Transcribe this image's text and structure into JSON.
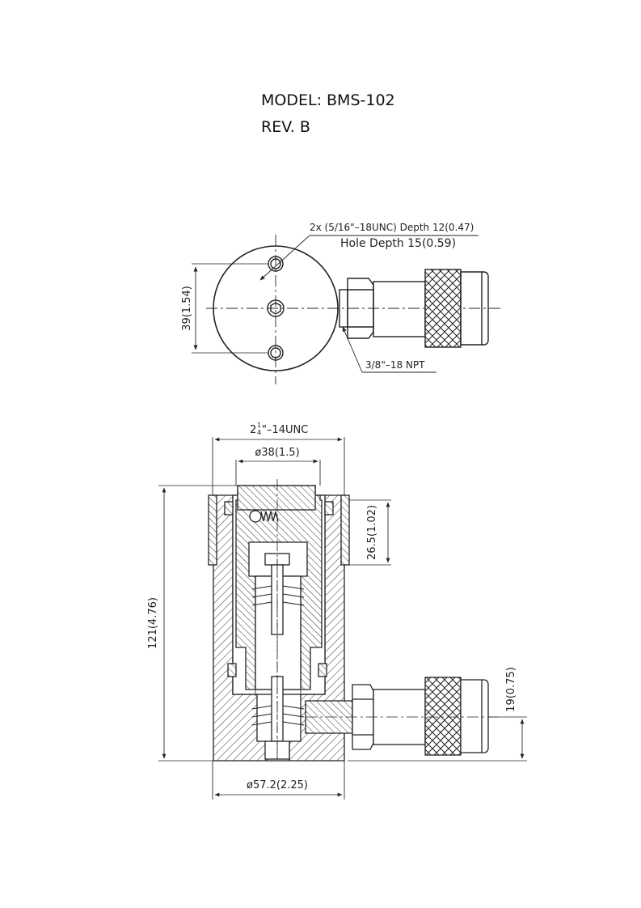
{
  "header": {
    "model": "MODEL: BMS-102",
    "rev": "REV. B"
  },
  "top_view": {
    "hole_callout": "2x (5/16\"–18UNC)  Depth  12(0.47)",
    "hole_depth": "Hole  Depth  15(0.59)",
    "port_callout": "3/8\"–18  NPT",
    "height_dim": "39(1.54)"
  },
  "section_view": {
    "thread_prefix": "2",
    "thread_frac_num": "1",
    "thread_frac_den": "4",
    "thread_suffix": "\"–14UNC",
    "plunger_dia": "ø38(1.5)",
    "stroke_dim": "26.5(1.02)",
    "overall_height": "121(4.76)",
    "port_height": "19(0.75)",
    "body_dia": "ø57.2(2.25)"
  }
}
